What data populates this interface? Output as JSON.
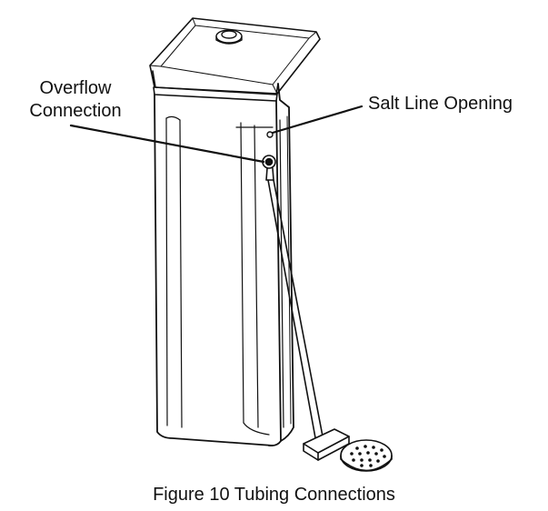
{
  "callouts": {
    "overflow_line1": "Overflow",
    "overflow_line2": "Connection",
    "salt_line": "Salt Line Opening"
  },
  "caption": "Figure 10 Tubing Connections"
}
